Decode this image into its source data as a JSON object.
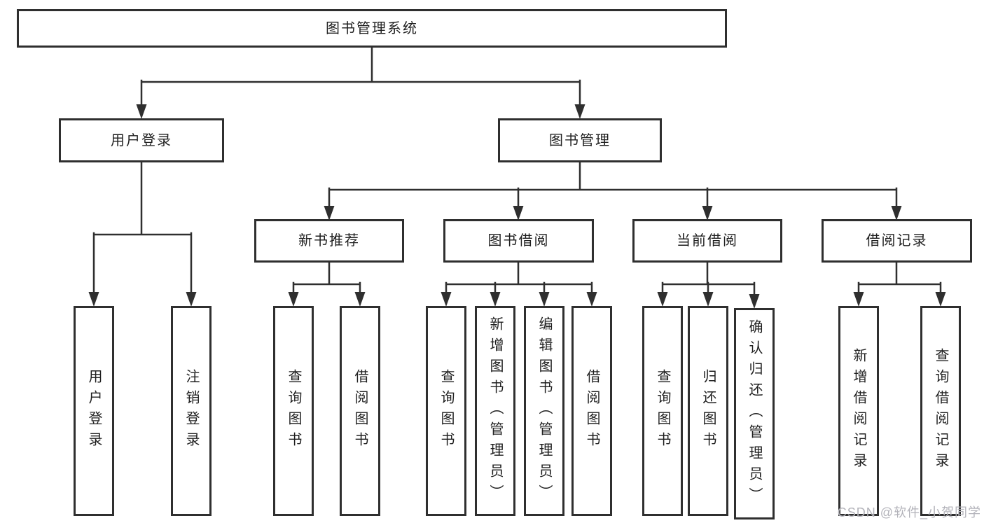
{
  "title_node": "图书管理系统",
  "branches": {
    "user": {
      "label": "用户登录",
      "children": {
        "login": "用户登录",
        "logout": "注销登录"
      }
    },
    "books": {
      "label": "图书管理",
      "sections": {
        "new_books": {
          "label": "新书推荐",
          "children": {
            "query": "查询图书",
            "borrow": "借阅图书"
          }
        },
        "borrowing": {
          "label": "图书借阅",
          "children": {
            "query": "查询图书",
            "add": "新增图书（管理员）",
            "edit": "编辑图书（管理员）",
            "borrow": "借阅图书"
          }
        },
        "current": {
          "label": "当前借阅",
          "children": {
            "query": "查询图书",
            "return": "归还图书",
            "confirm": "确认归还（管理员）"
          }
        },
        "records": {
          "label": "借阅记录",
          "children": {
            "add": "新增借阅记录",
            "query": "查询借阅记录"
          }
        }
      }
    }
  },
  "watermark": "CSDN @软件_小贺同学",
  "colors": {
    "line": "#2f2f2f",
    "box_border": "#2f2f2f",
    "text": "#1f1f1f",
    "watermark": "#b3b3ba",
    "background": "#ffffff"
  }
}
